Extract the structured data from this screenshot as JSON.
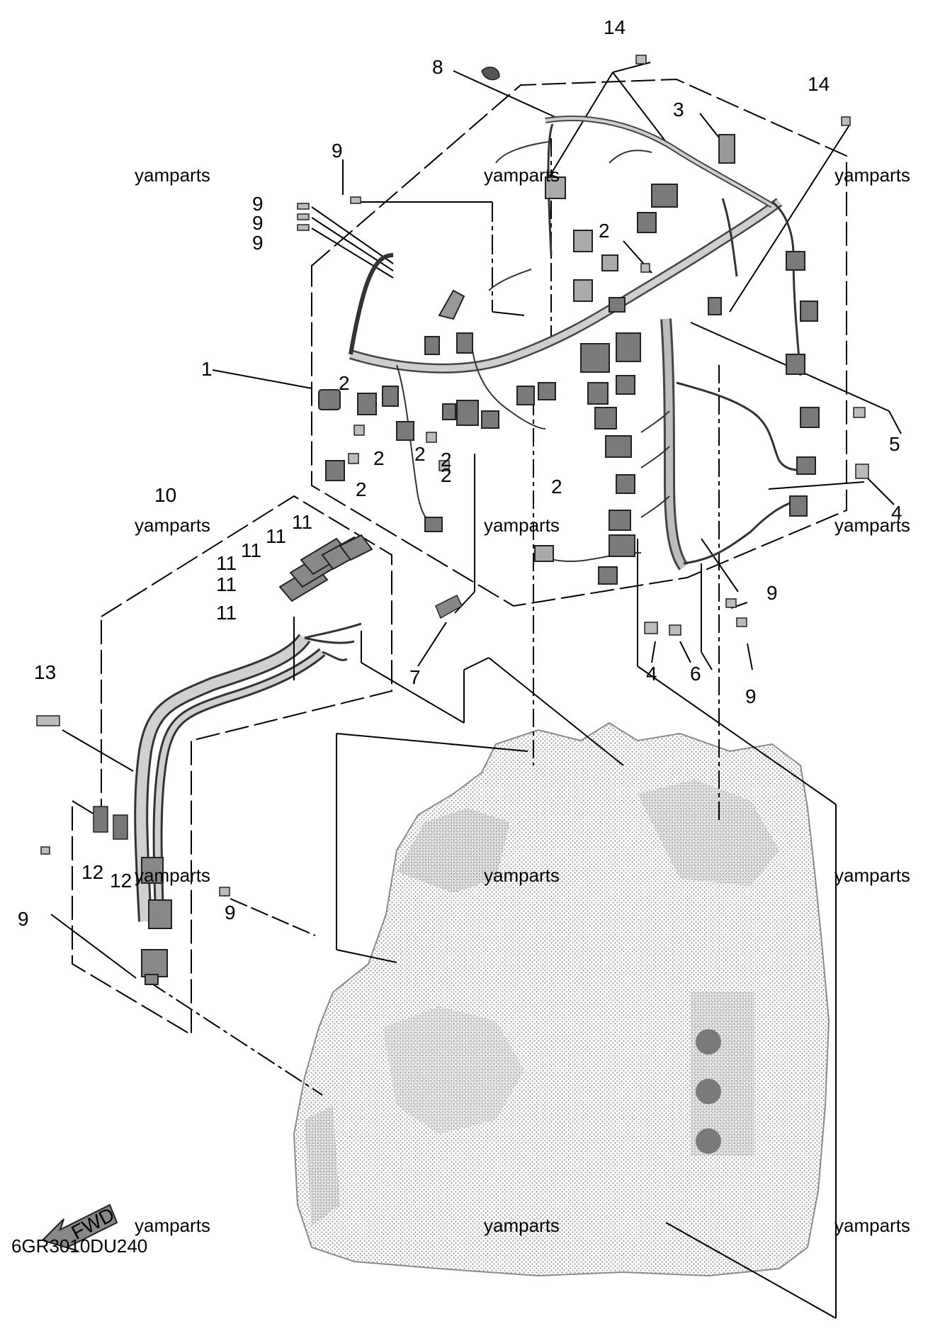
{
  "diagram": {
    "part_code": "6GR3010DU240",
    "watermark_text": "yamparts",
    "fwd_label": "FWD",
    "callouts": {
      "c1": "1",
      "c2": "2",
      "c3": "3",
      "c4": "4",
      "c5": "5",
      "c6": "6",
      "c7": "7",
      "c8": "8",
      "c9": "9",
      "c10": "10",
      "c11": "11",
      "c12": "12",
      "c13": "13",
      "c14": "14"
    }
  }
}
